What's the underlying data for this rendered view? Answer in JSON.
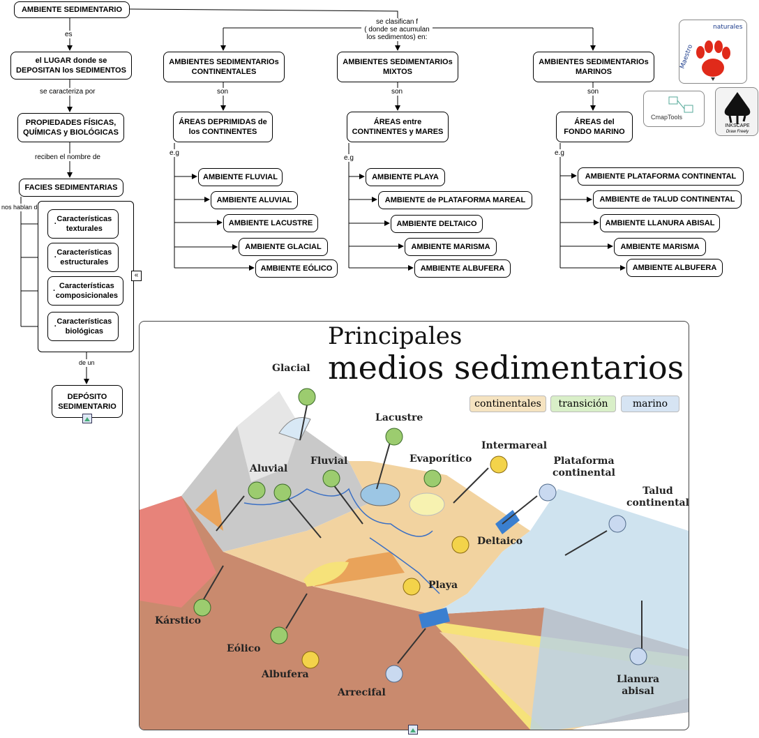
{
  "colors": {
    "continental": "#f5e3c0",
    "transicion": "#d9efc8",
    "marino": "#d6e4f3",
    "glove": "#9ccc6f",
    "glove_yellow": "#f3d34a",
    "glove_blue": "#c9d9f0"
  },
  "root": "AMBIENTE SEDIMENTARIO",
  "links": {
    "es": "es",
    "se_clasifican": "se clasifican f\n( donde se acumulan\nlos sedimentos) en:",
    "se_caracteriza": "se caracteriza por",
    "reciben": "reciben el nombre de",
    "nos_hablan": "nos hablan de",
    "de_un": "de un",
    "son": "son",
    "eg": "e.g"
  },
  "left": {
    "lugar": "el LUGAR donde se\nDEPOSITAN los SEDIMENTOS",
    "propiedades": "PROPIEDADES FÍSICAS,\nQUÍMICAS y BIOLÓGICAS",
    "facies": "FACIES SEDIMENTARIAS",
    "caracteristicas": [
      "Características\ntexturales",
      "Características\nestructurales",
      "Características\ncomposicionales",
      "Características\nbiológicas"
    ],
    "deposito": "DEPÓSITO\nSEDIMENTARIO"
  },
  "continentales": {
    "title": "AMBIENTES SEDIMENTARIOs\nCONTINENTALES",
    "area": "ÁREAS DEPRIMIDAS de\nlos CONTINENTES",
    "items": [
      "AMBIENTE FLUVIAL",
      "AMBIENTE ALUVIAL",
      "AMBIENTE LACUSTRE",
      "AMBIENTE GLACIAL",
      "AMBIENTE EÓLICO"
    ]
  },
  "mixtos": {
    "title": "AMBIENTES SEDIMENTARIOs\nMIXTOS",
    "area": "ÁREAS entre\nCONTINENTES y MARES",
    "items": [
      "AMBIENTE PLAYA",
      "AMBIENTE de PLATAFORMA MAREAL",
      "AMBIENTE DELTAICO",
      "AMBIENTE MARISMA",
      "AMBIENTE ALBUFERA"
    ]
  },
  "marinos": {
    "title": "AMBIENTES SEDIMENTARIOs\nMARINOS",
    "area": "ÁREAS del\nFONDO MARINO",
    "items": [
      "AMBIENTE PLATAFORMA CONTINENTAL",
      "AMBIENTE de TALUD CONTINENTAL",
      "AMBIENTE LLANURA ABISAL",
      "AMBIENTE MARISMA",
      "AMBIENTE ALBUFERA"
    ]
  },
  "logos": {
    "cmap": "CmapTools",
    "inkscape": "INKSCAPE",
    "inkscape_sub": "Draw Freely",
    "maestro": "Maestro de naturales"
  },
  "diagram": {
    "title1": "Principales",
    "title2": "medios sedimentarios",
    "legend": [
      "continentales",
      "transición",
      "marino"
    ],
    "labels": [
      "Glacial",
      "Lacustre",
      "Intermareal",
      "Plataforma\ncontinental",
      "Talud\ncontinental",
      "Aluvial",
      "Fluvial",
      "Evaporítico",
      "Deltaico",
      "Playa",
      "Kárstico",
      "Eólico",
      "Albufera",
      "Arrecifal",
      "Llanura\nabisal"
    ]
  }
}
